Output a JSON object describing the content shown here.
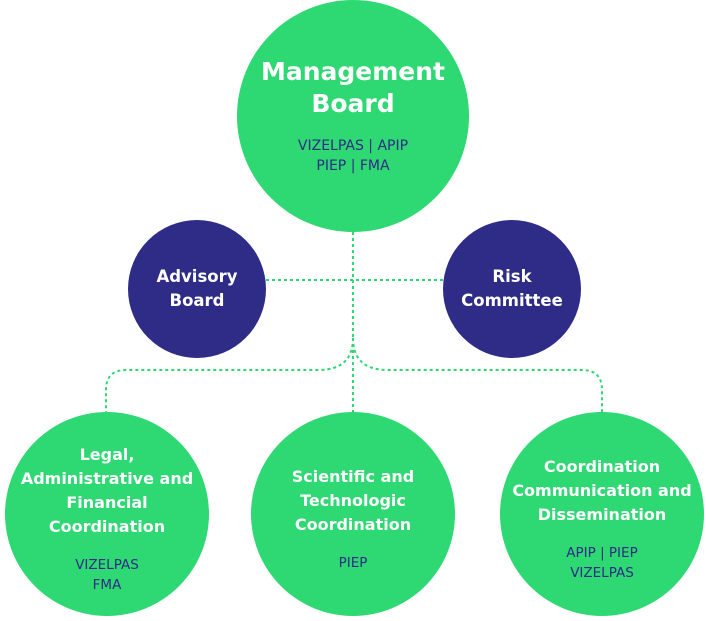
{
  "colors": {
    "green": "#2ed872",
    "navy": "#2e2c86",
    "connector": "#2ed872"
  },
  "management_board": {
    "title": "Management Board",
    "members": [
      "VIZELPAS | APIP",
      "PIEP | FMA"
    ]
  },
  "advisory_board": {
    "title": "Advisory Board"
  },
  "risk_committee": {
    "title": "Risk Committee"
  },
  "legal_coordination": {
    "title": "Legal, Administrative and Financial Coordination",
    "members": [
      "VIZELPAS",
      "FMA"
    ]
  },
  "scientific_coordination": {
    "title": "Scientific and Technologic Coordination",
    "members": [
      "PIEP"
    ]
  },
  "communication_coordination": {
    "title": "Coordination Communication and Dissemination",
    "members": [
      "APIP | PIEP",
      "VIZELPAS"
    ]
  }
}
